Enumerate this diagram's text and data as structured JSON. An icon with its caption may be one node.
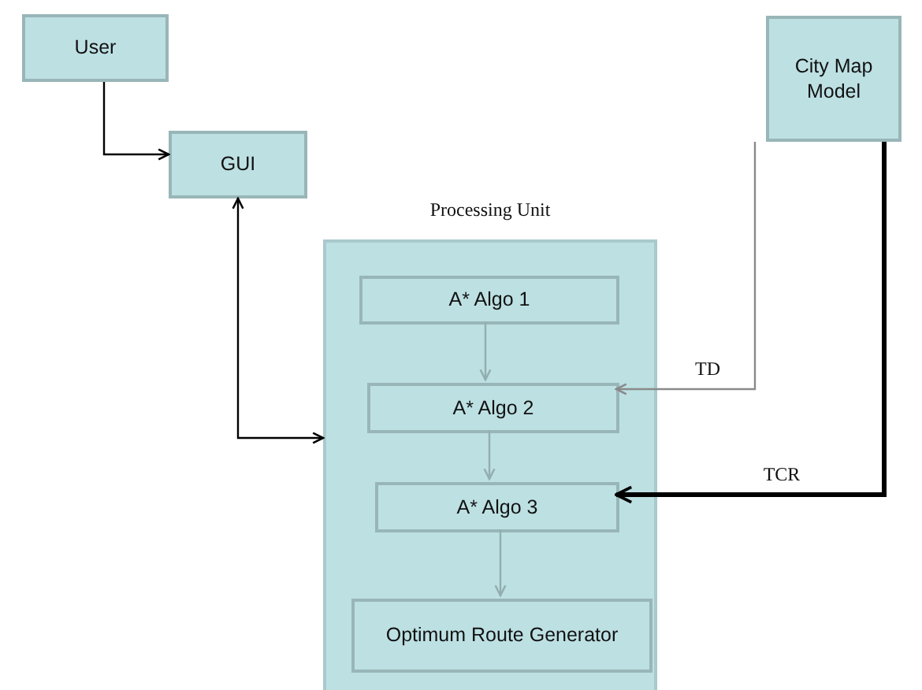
{
  "diagram": {
    "nodes": [
      {
        "text": [
          "User"
        ]
      },
      {
        "text": [
          "GUI"
        ]
      },
      {
        "text": [
          "Processing Unit"
        ]
      },
      {
        "text": [
          "A* Algo 1"
        ],
        "in": 2
      },
      {
        "text": [
          "A* Algo 2"
        ],
        "in": 2
      },
      {
        "text": [
          "A* Algo 3"
        ],
        "in": 2
      },
      {
        "text": [
          "Optimum Route Generator"
        ],
        "in": 2
      },
      {
        "text": [
          "City Map Model"
        ]
      }
    ],
    "edges": [
      {
        "from": 0,
        "to": 1,
        "arrow": "to"
      },
      {
        "from": 1,
        "to": 2,
        "arrow": "both"
      },
      {
        "from": 3,
        "to": 4,
        "arrow": "to",
        "color": "#93aeb0"
      },
      {
        "from": 4,
        "to": 5,
        "arrow": "to",
        "color": "#93aeb0"
      },
      {
        "from": 5,
        "to": 6,
        "arrow": "to",
        "color": "#93aeb0"
      },
      {
        "from": 7,
        "to": 4,
        "arrow": "to",
        "label": "TD",
        "color": "#8a8a8a"
      },
      {
        "from": 7,
        "to": 5,
        "arrow": "to",
        "label": "TCR",
        "style": "thick"
      }
    ]
  }
}
